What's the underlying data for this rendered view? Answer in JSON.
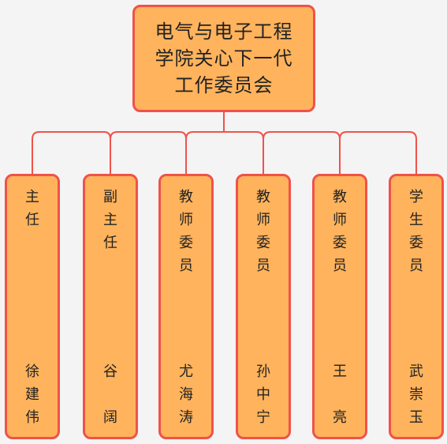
{
  "root": {
    "lines": [
      "电气与电子工程",
      "学院关心下一代",
      "工作委员会"
    ]
  },
  "members": [
    {
      "role": [
        "主",
        "任"
      ],
      "name": [
        "徐",
        "建",
        "伟"
      ]
    },
    {
      "role": [
        "副",
        "主",
        "任"
      ],
      "name": [
        "谷",
        "",
        "阔"
      ]
    },
    {
      "role": [
        "教",
        "师",
        "委",
        "员"
      ],
      "name": [
        "尤",
        "海",
        "涛"
      ]
    },
    {
      "role": [
        "教",
        "师",
        "委",
        "员"
      ],
      "name": [
        "孙",
        "中",
        "宁"
      ]
    },
    {
      "role": [
        "教",
        "师",
        "委",
        "员"
      ],
      "name": [
        "王",
        "",
        "亮"
      ]
    },
    {
      "role": [
        "学",
        "生",
        "委",
        "员"
      ],
      "name": [
        "武",
        "崇",
        "玉"
      ]
    }
  ],
  "colors": {
    "fill": "#ffb35c",
    "border": "#f0524a",
    "line": "#f0524a"
  }
}
